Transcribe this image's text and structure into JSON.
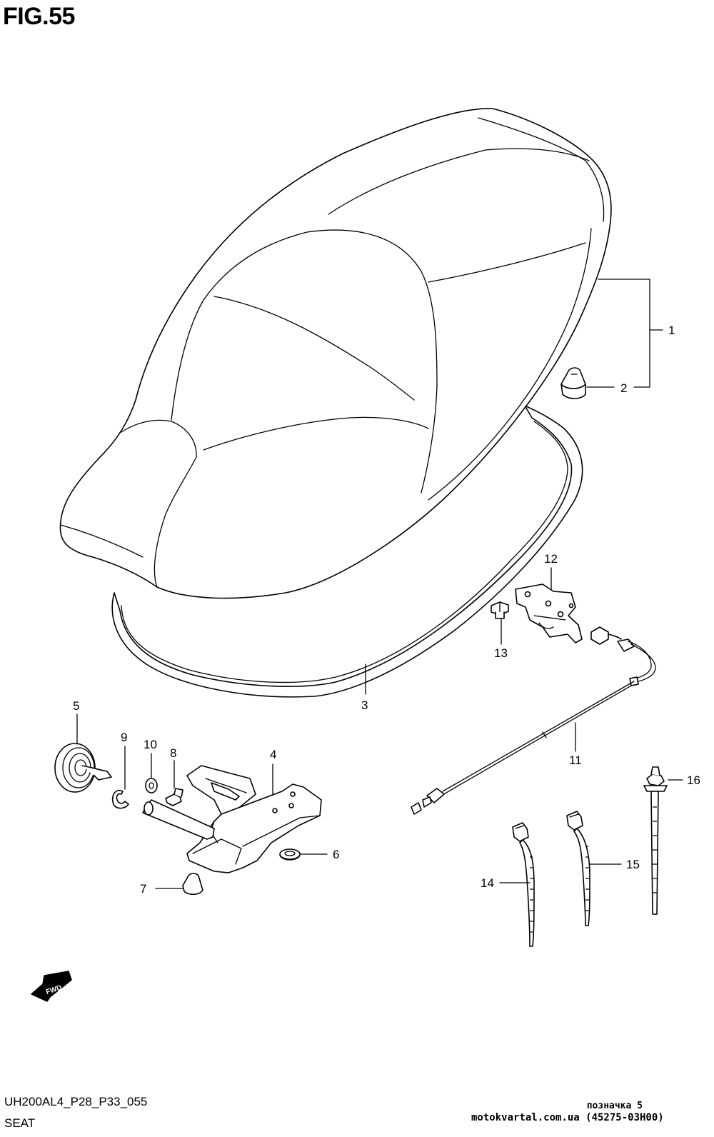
{
  "figure": {
    "title": "FIG.55",
    "model_code": "UH200AL4_P28_P33_055",
    "section_name": "SEAT"
  },
  "watermark": {
    "line1": "позначка 5",
    "line2": "motokvartal.com.ua (45275-03H00)"
  },
  "fwd_label": "FWD",
  "callouts": [
    "1",
    "2",
    "3",
    "4",
    "5",
    "6",
    "7",
    "8",
    "9",
    "10",
    "11",
    "12",
    "13",
    "14",
    "15",
    "16"
  ]
}
